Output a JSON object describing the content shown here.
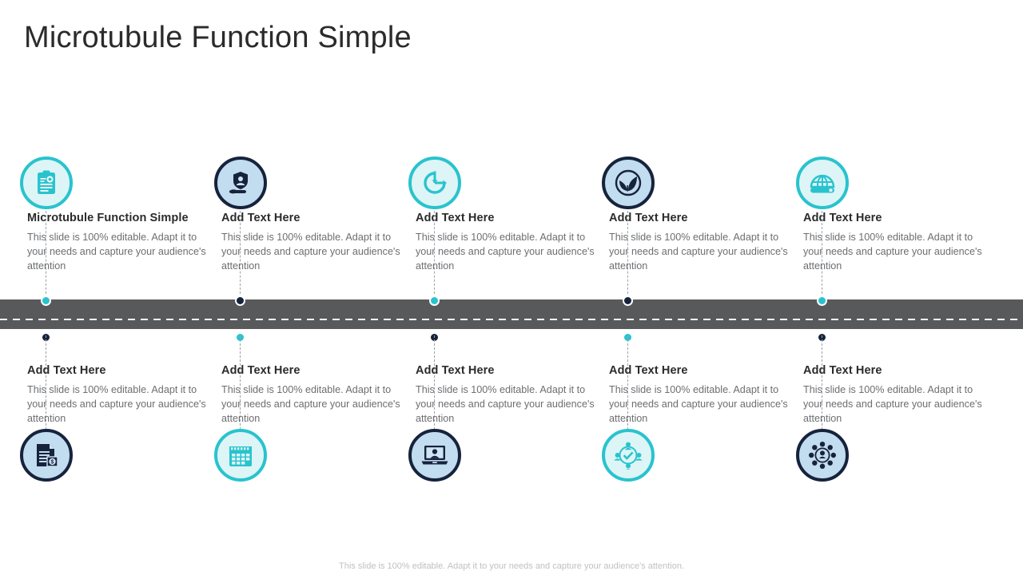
{
  "slide": {
    "title": "Microtubule Function Simple",
    "footer_note": "This slide is 100% editable. Adapt it to your needs and capture your audience's attention."
  },
  "colors": {
    "teal": "#29c3ce",
    "teal_fill": "#ddf5f6",
    "navy": "#16233c",
    "navy_fill": "#c2dcf0",
    "road": "#58595b",
    "heading": "#2b2b2b",
    "body": "#6d6e71",
    "footer": "#bfc1c3"
  },
  "road": {
    "label": "timeline-road",
    "centerline": "dashed-white"
  },
  "top_row": [
    {
      "icon": "clipboard-certificate-icon",
      "accent": "teal",
      "dot": "teal",
      "heading": "Microtubule Function Simple",
      "body": "This slide is 100% editable. Adapt it to your needs and capture your audience's attention"
    },
    {
      "icon": "hand-holding-badge-icon",
      "accent": "navy",
      "dot": "navy",
      "heading": "Add Text Here",
      "body": "This slide is 100% editable. Adapt it to your needs and capture your audience's attention"
    },
    {
      "icon": "clock-timer-icon",
      "accent": "teal",
      "dot": "teal",
      "heading": "Add Text Here",
      "body": "This slide is 100% editable. Adapt it to your needs and capture your audience's attention"
    },
    {
      "icon": "leaf-plant-icon",
      "accent": "navy",
      "dot": "navy",
      "heading": "Add Text Here",
      "body": "This slide is 100% editable. Adapt it to your needs and capture your audience's attention"
    },
    {
      "icon": "globe-network-icon",
      "accent": "teal",
      "dot": "teal",
      "heading": "Add Text Here",
      "body": "This slide is 100% editable. Adapt it to your needs and capture your audience's attention"
    }
  ],
  "bottom_row": [
    {
      "icon": "invoice-document-icon",
      "accent": "navy",
      "dot": "navy",
      "heading": "Add Text Here",
      "body": "This slide is 100% editable. Adapt it to your needs and capture your audience's attention"
    },
    {
      "icon": "calendar-icon",
      "accent": "teal",
      "dot": "teal",
      "heading": "Add Text Here",
      "body": "This slide is 100% editable. Adapt it to your needs and capture your audience's attention"
    },
    {
      "icon": "laptop-person-icon",
      "accent": "navy",
      "dot": "navy",
      "heading": "Add Text Here",
      "body": "This slide is 100% editable. Adapt it to your needs and capture your audience's attention"
    },
    {
      "icon": "team-check-network-icon",
      "accent": "teal",
      "dot": "teal",
      "heading": "Add Text Here",
      "body": "This slide is 100% editable. Adapt it to your needs and capture your audience's attention"
    },
    {
      "icon": "people-hub-network-icon",
      "accent": "navy",
      "dot": "navy",
      "heading": "Add Text Here",
      "body": "This slide is 100% editable. Adapt it to your needs and capture your audience's attention"
    }
  ]
}
